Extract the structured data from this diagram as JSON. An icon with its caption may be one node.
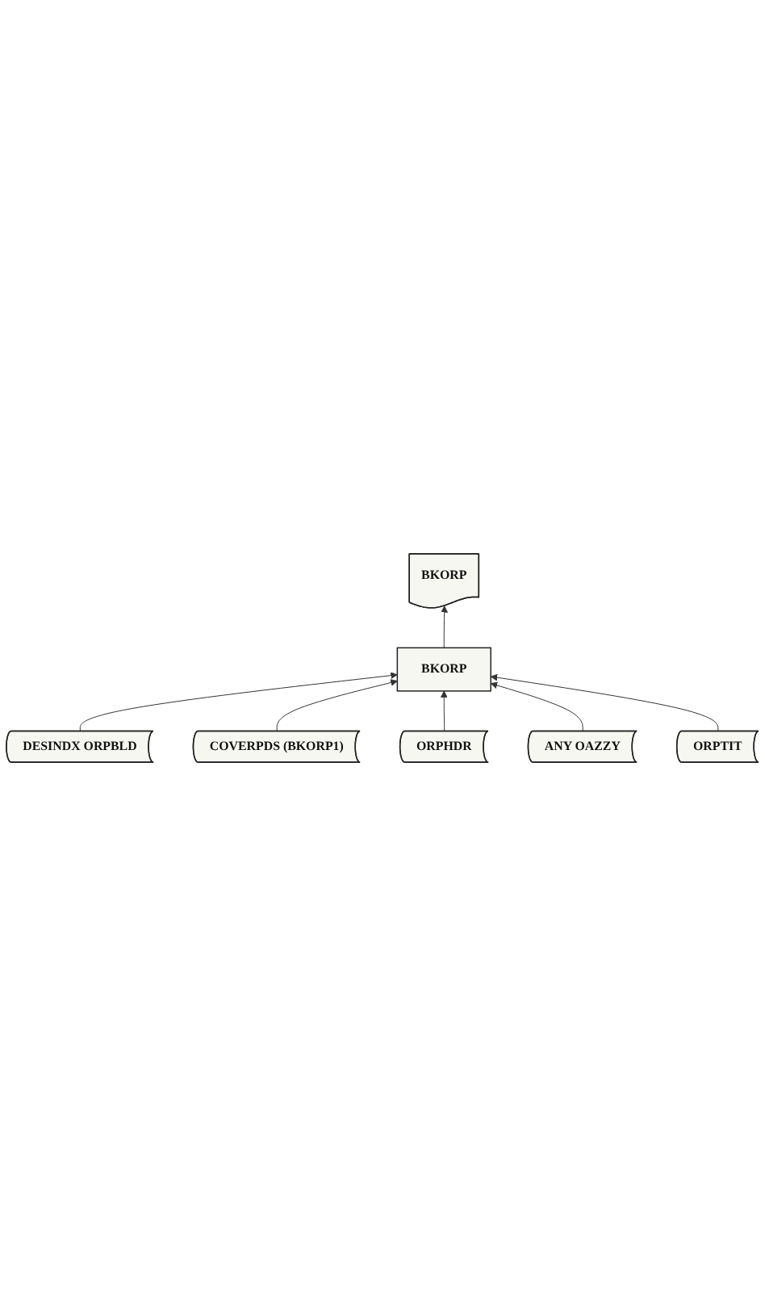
{
  "diagram": {
    "nodes": [
      {
        "text": [
          "BKORP"
        ]
      },
      {
        "text": [
          "DESINDX ORPBLD"
        ]
      },
      {
        "text": [
          "BKORP"
        ]
      },
      {
        "text": [
          "COVERPDS (BKORP1)"
        ]
      },
      {
        "text": [
          "ORPHDR"
        ]
      },
      {
        "text": [
          "ANY OAZZY"
        ]
      },
      {
        "text": [
          "ORPTIT"
        ]
      }
    ],
    "edges": [
      {
        "from": 1,
        "to": 2,
        "arrow": "to"
      },
      {
        "from": 3,
        "to": 2,
        "arrow": "to"
      },
      {
        "from": 4,
        "to": 2,
        "arrow": "to"
      },
      {
        "from": 5,
        "to": 2,
        "arrow": "to"
      },
      {
        "from": 6,
        "to": 2,
        "arrow": "to"
      },
      {
        "from": 2,
        "to": 0,
        "arrow": "to"
      }
    ]
  }
}
